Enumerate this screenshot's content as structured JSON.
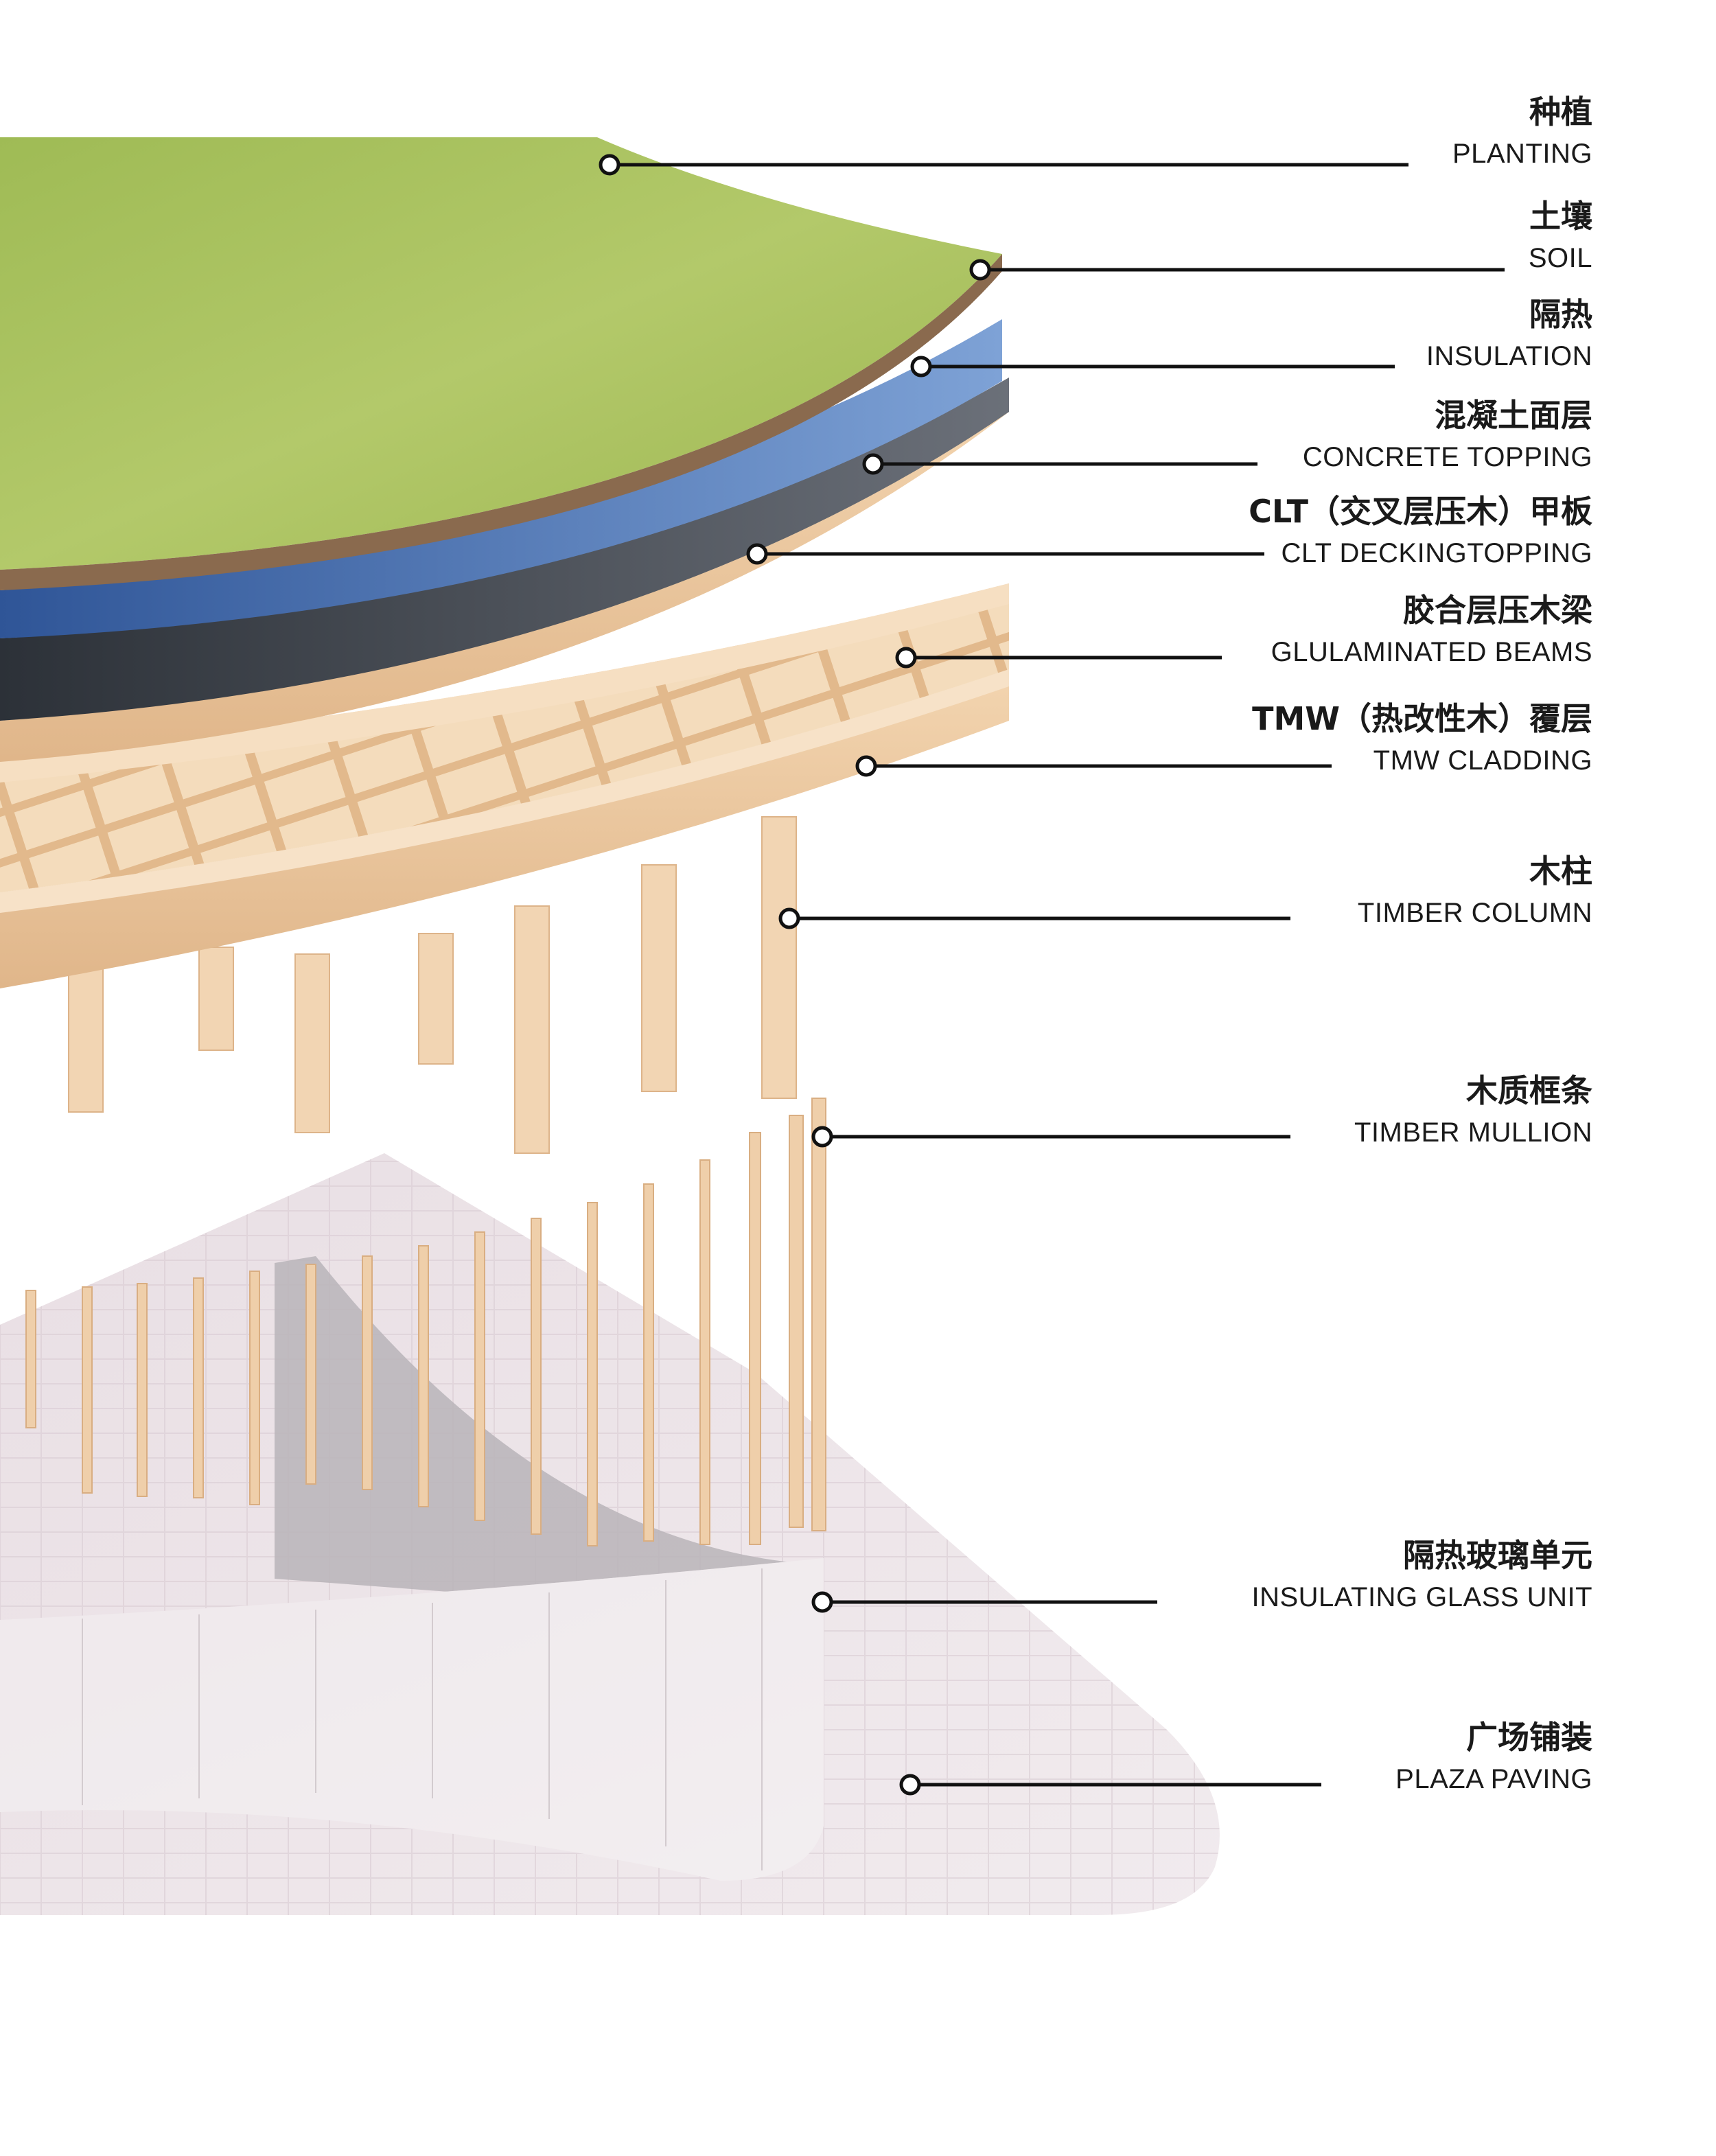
{
  "layers": [
    {
      "id": "planting",
      "zh": "种植",
      "en": "PLANTING"
    },
    {
      "id": "soil",
      "zh": "土壤",
      "en": "SOIL"
    },
    {
      "id": "insulation",
      "zh": "隔热",
      "en": "INSULATION"
    },
    {
      "id": "concrete-topping",
      "zh": "混凝土面层",
      "en": "CONCRETE TOPPING"
    },
    {
      "id": "clt-decking",
      "zh": "CLT（交叉层压木）甲板",
      "en": "CLT DECKINGTOPPING"
    },
    {
      "id": "glulam-beams",
      "zh": "胶合层压木梁",
      "en": "GLULAMINATED BEAMS"
    },
    {
      "id": "tmw-cladding",
      "zh": "TMW（热改性木）覆层",
      "en": "TMW CLADDING"
    },
    {
      "id": "timber-column",
      "zh": "木柱",
      "en": "TIMBER COLUMN"
    },
    {
      "id": "timber-mullion",
      "zh": "木质框条",
      "en": "TIMBER MULLION"
    },
    {
      "id": "igu",
      "zh": "隔热玻璃单元",
      "en": "INSULATING GLASS UNIT"
    },
    {
      "id": "plaza-paving",
      "zh": "广场铺装",
      "en": "PLAZA PAVING"
    }
  ],
  "colors": {
    "planting": "#a9c25c",
    "insulation": "#4f78b8",
    "concrete": "#3a3f46",
    "timber": "#ecc9a0",
    "glass": "#ece4e6",
    "paving": "#e8dde2",
    "leader": "#111111"
  }
}
